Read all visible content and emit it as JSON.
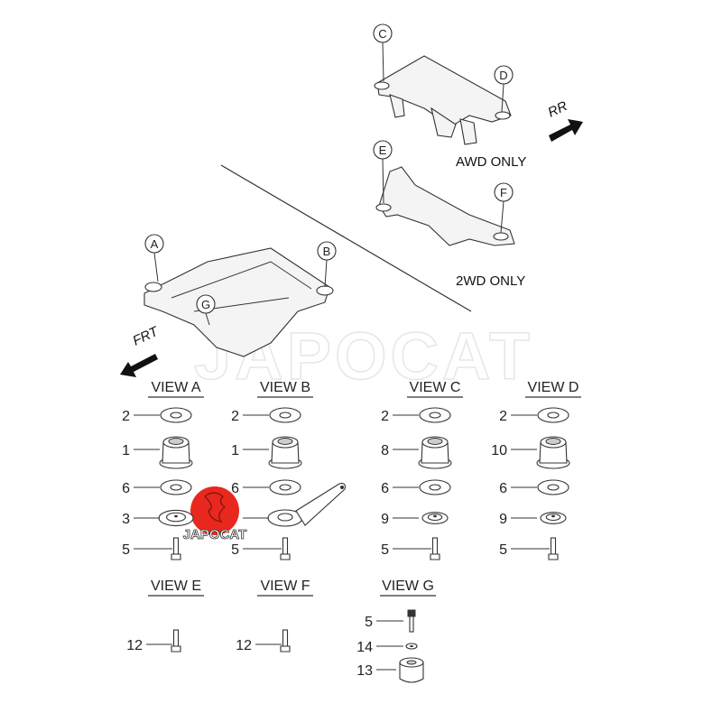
{
  "watermark": "JAPOCAT",
  "logo_text": "JAPOCAT",
  "colors": {
    "logo_red": "#e8281e",
    "ink": "#222222"
  },
  "callouts": {
    "A": "A",
    "B": "B",
    "C": "C",
    "D": "D",
    "E": "E",
    "F": "F",
    "G": "G"
  },
  "notes": {
    "awd": "AWD ONLY",
    "twd": "2WD ONLY",
    "rr": "RR",
    "frt": "FRT"
  },
  "views_top": [
    {
      "title": "VIEW A",
      "items": [
        "2",
        "1",
        "6",
        "3",
        "5"
      ],
      "parts": [
        "washer",
        "bushing",
        "washer",
        "seat",
        "bolt"
      ]
    },
    {
      "title": "VIEW B",
      "items": [
        "2",
        "1",
        "6",
        "",
        "5"
      ],
      "parts": [
        "washer",
        "bushing",
        "washer",
        "bracket",
        "bolt"
      ]
    },
    {
      "title": "VIEW C",
      "items": [
        "2",
        "8",
        "6",
        "9",
        "5"
      ],
      "parts": [
        "washer",
        "bushing",
        "washer",
        "ring",
        "bolt"
      ]
    },
    {
      "title": "VIEW D",
      "items": [
        "2",
        "10",
        "6",
        "9",
        "5"
      ],
      "parts": [
        "washer",
        "bushing",
        "washer",
        "ring",
        "bolt"
      ]
    }
  ],
  "views_bottom": [
    {
      "title": "VIEW E",
      "items": [
        "12"
      ]
    },
    {
      "title": "VIEW F",
      "items": [
        "12"
      ]
    },
    {
      "title": "VIEW G",
      "items": [
        "5",
        "14",
        "13"
      ]
    }
  ]
}
